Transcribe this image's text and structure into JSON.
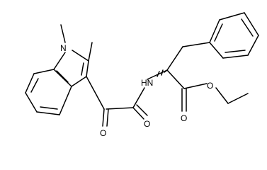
{
  "atoms": {
    "n_indole": "N",
    "n_amide": "HN",
    "o_ketone": "O",
    "o_amide": "O",
    "o_ester_carbonyl": "O",
    "o_ester_ether": "O"
  }
}
